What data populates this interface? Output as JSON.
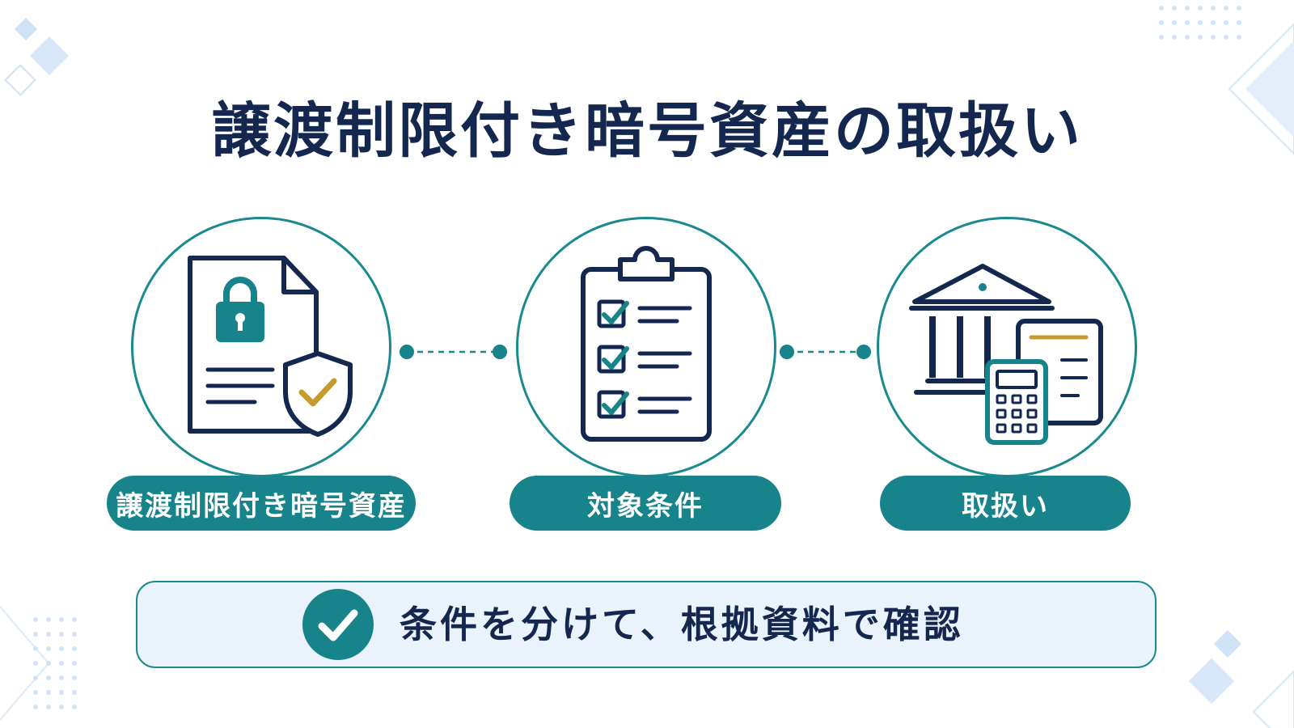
{
  "title": "譲渡制限付き暗号資産の取扱い",
  "steps": [
    {
      "label": "譲渡制限付き暗号資産",
      "icon": "locked-document-shield-icon"
    },
    {
      "label": "対象条件",
      "icon": "checklist-clipboard-icon"
    },
    {
      "label": "取扱い",
      "icon": "bank-calculator-icon"
    }
  ],
  "summary": {
    "icon": "check-circle-icon",
    "text": "条件を分けて、根拠資料で確認"
  },
  "colors": {
    "navy": "#14284f",
    "teal": "#17838a",
    "gold": "#c79a2e",
    "light_bg": "#eaf3fb",
    "deco": "#d6e6f7"
  }
}
